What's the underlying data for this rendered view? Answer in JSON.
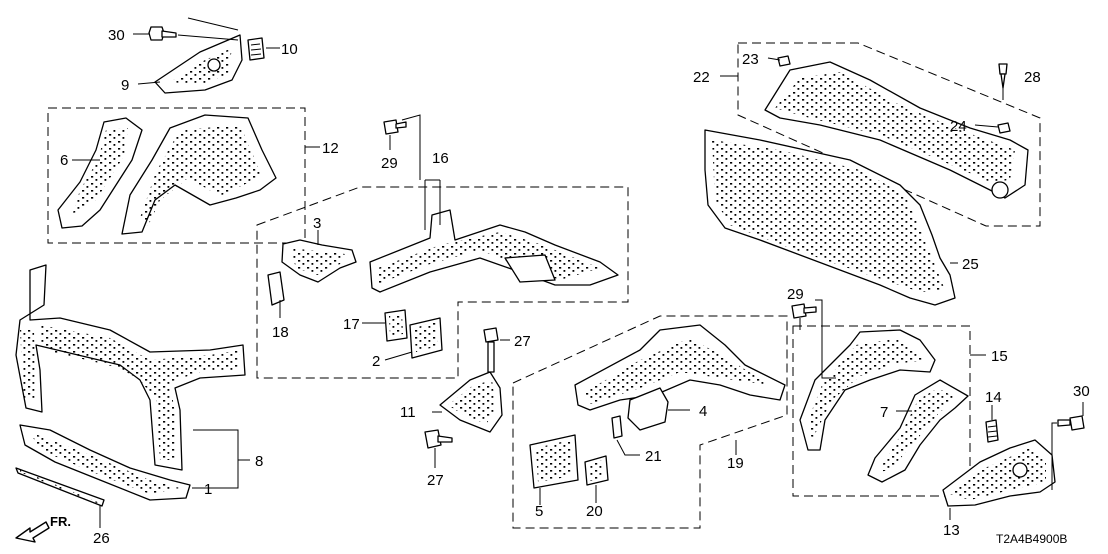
{
  "diagram": {
    "callouts": {
      "c1": "1",
      "c2": "2",
      "c3": "3",
      "c4": "4",
      "c5": "5",
      "c6": "6",
      "c7": "7",
      "c8": "8",
      "c9": "9",
      "c10": "10",
      "c11": "11",
      "c12": "12",
      "c13": "13",
      "c14": "14",
      "c15": "15",
      "c16": "16",
      "c17": "17",
      "c18": "18",
      "c19": "19",
      "c20": "20",
      "c21": "21",
      "c22": "22",
      "c23": "23",
      "c24": "24",
      "c25": "25",
      "c26": "26",
      "c27a": "27",
      "c27b": "27",
      "c28": "28",
      "c29a": "29",
      "c29b": "29",
      "c30a": "30",
      "c30b": "30"
    },
    "direction_label": "FR.",
    "diagram_code": "T2A4B4900B"
  }
}
